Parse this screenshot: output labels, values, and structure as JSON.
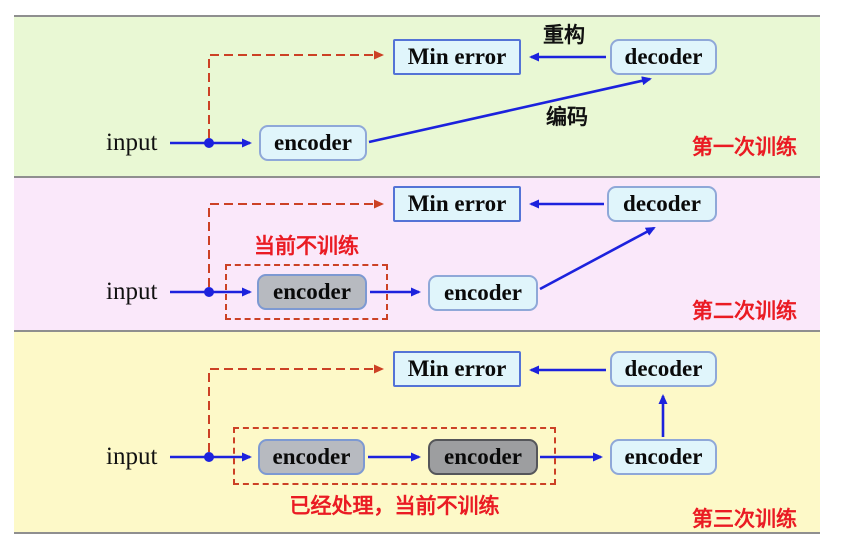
{
  "colors": {
    "panel1_bg": "#e9f8d4",
    "panel2_bg": "#fae8fa",
    "panel3_bg": "#fdf9c8",
    "arrow_blue": "#1c22dd",
    "dashed_red": "#cc4125",
    "caption_red": "#ea1b23",
    "box_cyan_fill": "#e0f5fb",
    "box_cyan_border": "#8fa8d8",
    "minerror_border": "#5473d6",
    "box_gray_fill": "#b7bac0",
    "box_gray_border": "#7d99d2",
    "box_darkgray_fill": "#9d9ea0",
    "box_darkgray_border": "#55565a",
    "separator": "#8f8f8f"
  },
  "panel1": {
    "input_label": "input",
    "encoder_label": "encoder",
    "decoder_label": "decoder",
    "min_error_label": "Min error",
    "reconstruction_label": "重构",
    "encoding_label": "编码",
    "caption": "第一次训练"
  },
  "panel2": {
    "input_label": "input",
    "frozen_note": "当前不训练",
    "encoder1_label": "encoder",
    "encoder2_label": "encoder",
    "decoder_label": "decoder",
    "min_error_label": "Min error",
    "caption": "第二次训练"
  },
  "panel3": {
    "input_label": "input",
    "frozen_note": "已经处理，当前不训练",
    "encoder1_label": "encoder",
    "encoder2_label": "encoder",
    "encoder3_label": "encoder",
    "decoder_label": "decoder",
    "min_error_label": "Min error",
    "caption": "第三次训练"
  }
}
